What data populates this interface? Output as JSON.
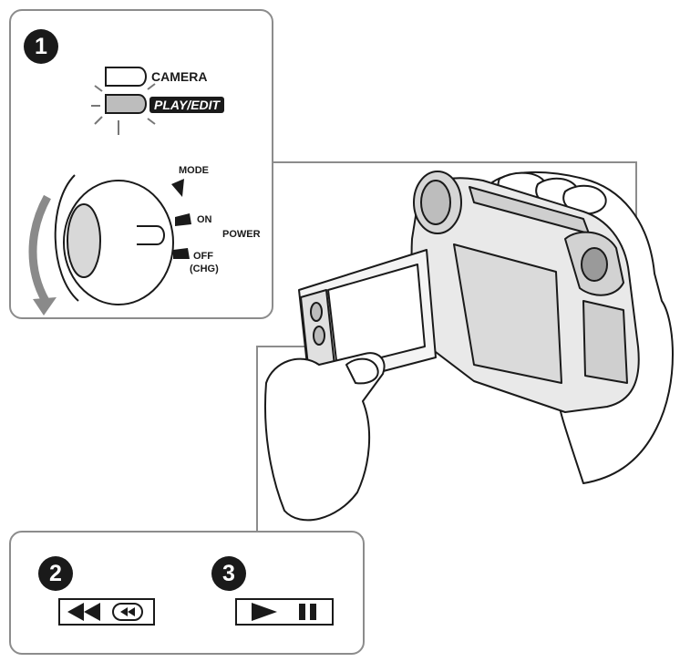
{
  "step1": {
    "badge": "1",
    "switch_camera": "CAMERA",
    "switch_play_edit": "PLAY/EDIT",
    "dial_mode": "MODE",
    "dial_on": "ON",
    "dial_off": "OFF",
    "dial_chg": "(CHG)",
    "power": "POWER"
  },
  "step2": {
    "badge": "2",
    "button": "rewind-button"
  },
  "step3": {
    "badge": "3",
    "button": "play-pause-button"
  }
}
